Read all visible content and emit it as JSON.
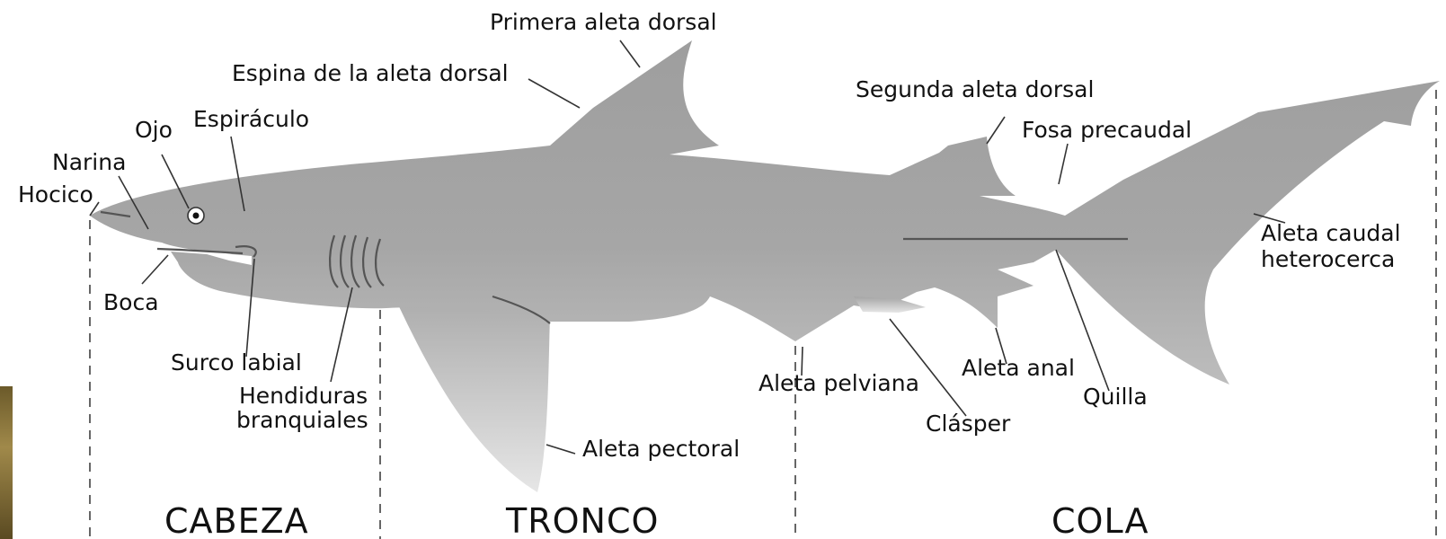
{
  "labels": {
    "primera_aleta_dorsal": "Primera aleta dorsal",
    "espina_aleta_dorsal": "Espina de la aleta dorsal",
    "segunda_aleta_dorsal": "Segunda aleta dorsal",
    "fosa_precaudal": "Fosa precaudal",
    "ojo": "Ojo",
    "espiraculo": "Espiráculo",
    "narina": "Narina",
    "hocico": "Hocico",
    "boca": "Boca",
    "surco_labial": "Surco labial",
    "hendiduras_1": "Hendiduras",
    "hendiduras_2": "branquiales",
    "aleta_caudal_1": "Aleta caudal",
    "aleta_caudal_2": "heterocerca",
    "aleta_pelviana": "Aleta pelviana",
    "aleta_anal": "Aleta anal",
    "quilla": "Quilla",
    "clasper": "Clásper",
    "aleta_pectoral": "Aleta pectoral"
  },
  "regions": {
    "cabeza": "CABEZA",
    "tronco": "TRONCO",
    "cola": "COLA"
  },
  "colors": {
    "body": "#9a9a9a",
    "body_light": "#c8c8c8",
    "text": "#111111"
  }
}
